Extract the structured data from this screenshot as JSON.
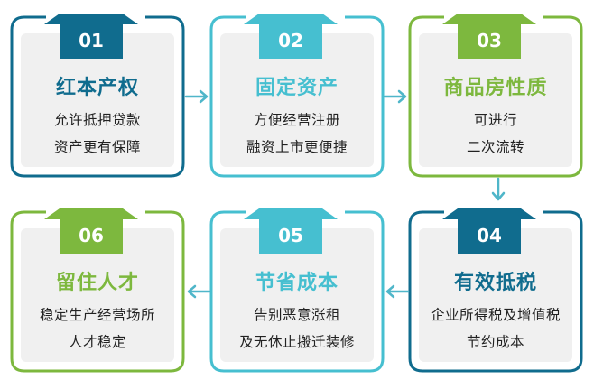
{
  "colors": {
    "dark_blue": "#106c8e",
    "teal": "#46bfd0",
    "green": "#7db83e",
    "card_fill": "#f0f0f0",
    "arrow": "#4fb6c9"
  },
  "steps": [
    {
      "number": "01",
      "title": "红本产权",
      "line1": "允许抵押贷款",
      "line2": "资产更有保障",
      "color": "#106c8e"
    },
    {
      "number": "02",
      "title": "固定资产",
      "line1": "方便经营注册",
      "line2": "融资上市更便捷",
      "color": "#46bfd0"
    },
    {
      "number": "03",
      "title": "商品房性质",
      "line1": "可进行",
      "line2": "二次流转",
      "color": "#7db83e"
    },
    {
      "number": "04",
      "title": "有效抵税",
      "line1": "企业所得税及增值税",
      "line2": "节约成本",
      "color": "#106c8e"
    },
    {
      "number": "05",
      "title": "节省成本",
      "line1": "告别恶意涨租",
      "line2": "及无休止搬迁装修",
      "color": "#46bfd0"
    },
    {
      "number": "06",
      "title": "留住人才",
      "line1": "稳定生产经营场所",
      "line2": "人才稳定",
      "color": "#7db83e"
    }
  ]
}
